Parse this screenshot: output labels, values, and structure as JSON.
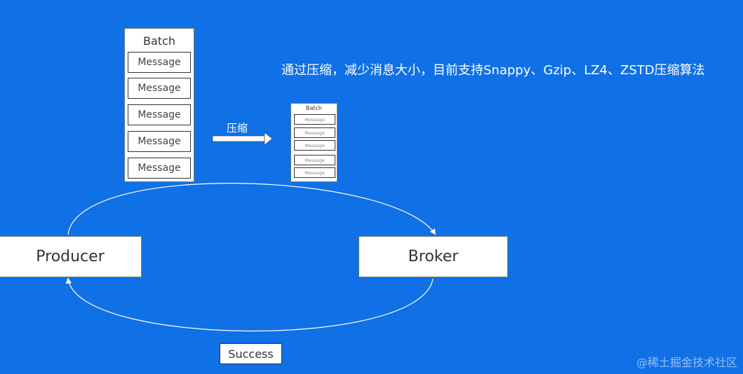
{
  "batch_large": {
    "title": "Batch",
    "messages": [
      "Message",
      "Message",
      "Message",
      "Message",
      "Message"
    ]
  },
  "batch_small": {
    "title": "Batch",
    "messages": [
      "Message",
      "Message",
      "Message",
      "Message",
      "Message"
    ]
  },
  "compress_arrow": {
    "label": "压缩"
  },
  "headline": "通过压缩，减少消息大小，目前支持Snappy、Gzip、LZ4、ZSTD压缩算法",
  "producer": {
    "label": "Producer"
  },
  "broker": {
    "label": "Broker"
  },
  "success": {
    "label": "Success"
  },
  "watermark": "@稀土掘金技术社区",
  "colors": {
    "background": "#1070e6",
    "box_fill": "#ffffff",
    "text": "#333333",
    "arrow": "#ffffff"
  }
}
